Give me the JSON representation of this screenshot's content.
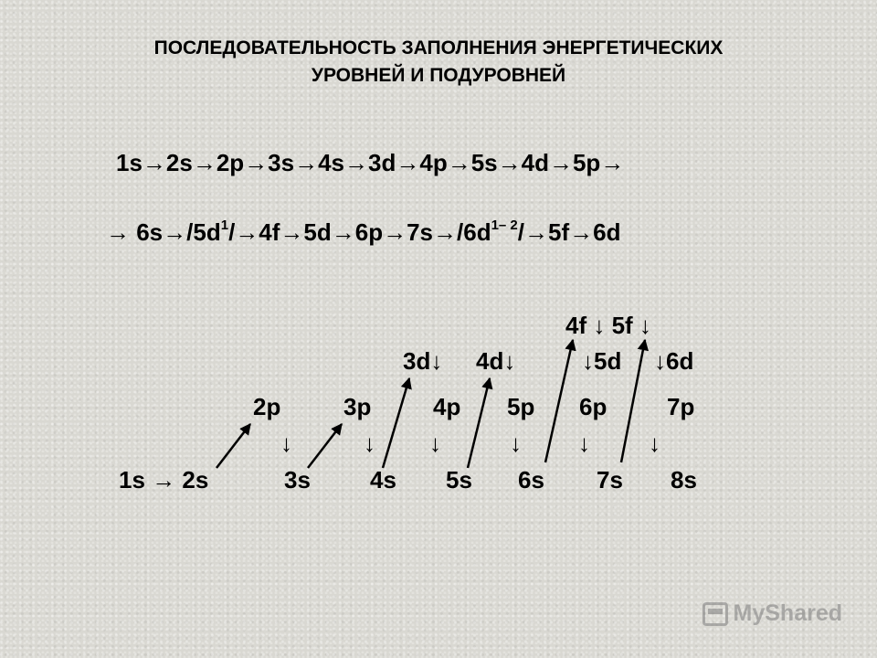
{
  "title": {
    "line1": "ПОСЛЕДОВАТЕЛЬНОСТЬ ЗАПОЛНЕНИЯ ЭНЕРГЕТИЧЕСКИХ",
    "line2": "УРОВНЕЙ И ПОДУРОВНЕЙ"
  },
  "sequence": {
    "line1": "1s→2s→2p→3s→4s→3d→4p→5s→4d→5p→",
    "line2_a": "→ 6s→/5d",
    "line2_sup1": "1",
    "line2_b": "/→4f→5d→6p→7s→/6d",
    "line2_sup2": "1– 2",
    "line2_c": "/→5f→6d"
  },
  "diagram": {
    "row_f": "4f ↓   5f ↓",
    "row_d_3d": "3d↓",
    "row_d_4d": "4d↓",
    "row_d_5d": "↓5d",
    "row_d_6d": "↓6d",
    "row_p": [
      "2p",
      "3p",
      "4p",
      "5p",
      "6p",
      "7p"
    ],
    "row_arrows": [
      "↓",
      "↓",
      "↓",
      "↓",
      "↓",
      "↓"
    ],
    "row_s_first": "1s → 2s",
    "row_s": [
      "3s",
      "4s",
      "5s",
      "6s",
      "7s",
      "8s"
    ]
  },
  "watermark": {
    "text": "MyShared",
    "icon": "presentation-icon"
  }
}
